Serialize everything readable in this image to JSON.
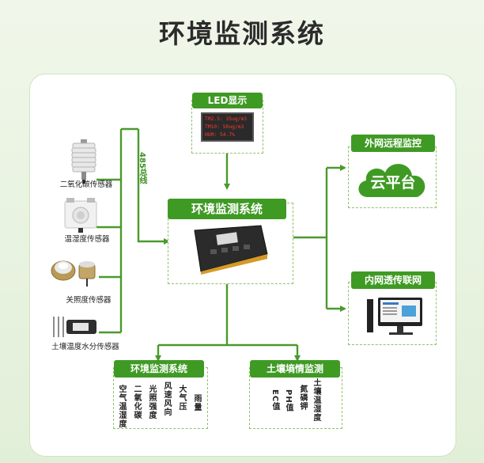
{
  "title": "环境监测系统",
  "bus_label": "485总线",
  "sensors": [
    {
      "label": "二氧化碳传感器",
      "icon": "co2-sensor-icon"
    },
    {
      "label": "温湿度传感器",
      "icon": "temp-humidity-sensor-icon"
    },
    {
      "label": "关照度传感器",
      "icon": "light-sensor-icon"
    },
    {
      "label": "土壤温度水分传感器",
      "icon": "soil-sensor-icon"
    }
  ],
  "led": {
    "title": "LED显示",
    "lines": [
      "TM2.5: 35ug/m3",
      "TM10: 50ug/m3",
      "HUM: 54.7%"
    ]
  },
  "main": {
    "title": "环境监测系统"
  },
  "cloud": {
    "title": "外网远程监控",
    "label": "云平台"
  },
  "intranet": {
    "title": "内网透传联网"
  },
  "env": {
    "title": "环境监测系统",
    "columns": [
      "空气温湿度",
      "二氧化碳",
      "光照强度",
      "风速风向",
      "大气压",
      "雨量"
    ]
  },
  "soil": {
    "title": "土壤墒情监测",
    "columns": [
      "EC值",
      "PH值",
      "氮磷钾",
      "土壤温湿度"
    ]
  },
  "colors": {
    "accent": "#3f9a24",
    "line": "#4a9a2c",
    "background": "#e9f3e1"
  }
}
